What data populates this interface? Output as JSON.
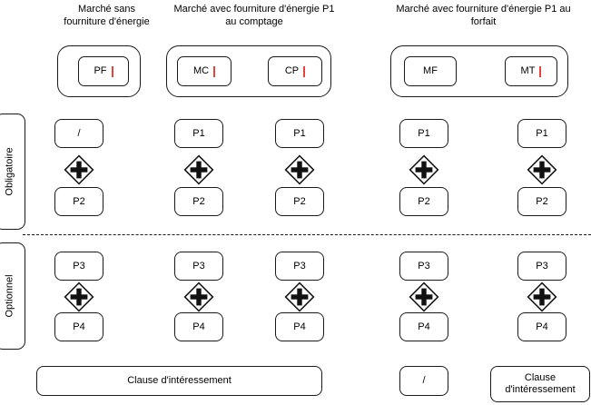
{
  "diagram": {
    "title_row": [
      {
        "id": "col1",
        "text": "Marché sans\nfourniture d'énergie"
      },
      {
        "id": "col2",
        "text": "Marché avec fourniture d'énergie P1\nau comptage"
      },
      {
        "id": "col3",
        "text": "Marché avec fourniture d'énergie P1 au\nforfait"
      }
    ],
    "section_labels": {
      "obligatoire": "Obligatoire",
      "optionnel": "Optionnel"
    },
    "contract_groups": [
      {
        "group": "groupe-1",
        "boxes": [
          {
            "label": "PF",
            "tick": true
          }
        ]
      },
      {
        "group": "groupe-2",
        "boxes": [
          {
            "label": "MC",
            "tick": true
          },
          {
            "label": "CP",
            "tick": true
          }
        ]
      },
      {
        "group": "groupe-3",
        "boxes": [
          {
            "label": "MF",
            "tick": false
          },
          {
            "label": "MT",
            "tick": true
          }
        ]
      }
    ],
    "obligatoire_columns": [
      {
        "top": "/",
        "operator": "+",
        "bottom": "P2"
      },
      {
        "top": "P1",
        "operator": "+",
        "bottom": "P2"
      },
      {
        "top": "P1",
        "operator": "+",
        "bottom": "P2"
      },
      {
        "top": "P1",
        "operator": "+",
        "bottom": "P2"
      },
      {
        "top": "P1",
        "operator": "+",
        "bottom": "P2"
      }
    ],
    "optionnel_columns": [
      {
        "top": "P3",
        "operator": "+",
        "bottom": "P4"
      },
      {
        "top": "P3",
        "operator": "+",
        "bottom": "P4"
      },
      {
        "top": "P3",
        "operator": "+",
        "bottom": "P4"
      },
      {
        "top": "P3",
        "operator": "+",
        "bottom": "P4"
      },
      {
        "top": "P3",
        "operator": "+",
        "bottom": "P4"
      }
    ],
    "footer_boxes": [
      {
        "id": "footer-1",
        "text": "Clause d'intéressement"
      },
      {
        "id": "footer-2",
        "text": "/"
      },
      {
        "id": "footer-3",
        "text": "Clause\nd'intéressement"
      }
    ],
    "colors": {
      "stroke": "#1a1a1a",
      "tick": "#e8423f",
      "background": "#ffffff",
      "text": "#000000"
    }
  }
}
